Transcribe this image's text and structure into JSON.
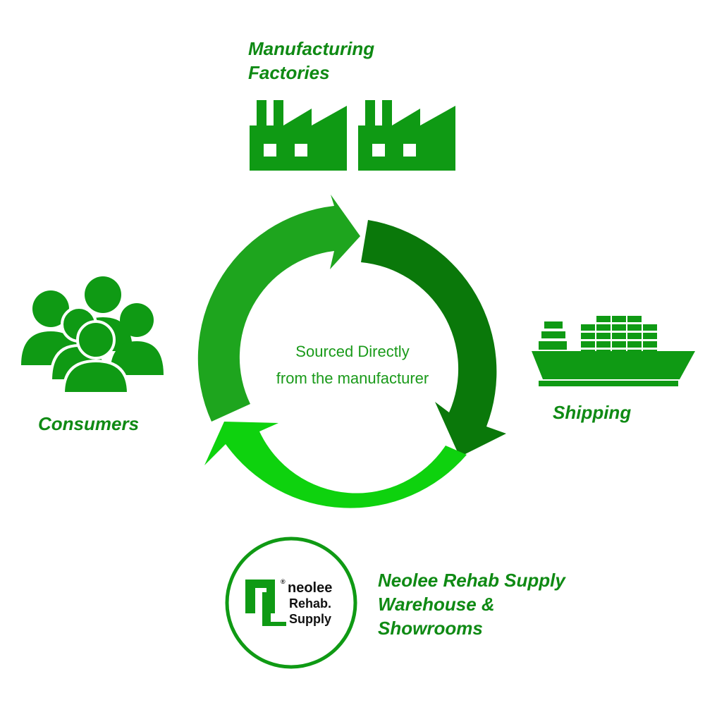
{
  "labels": {
    "manufacturing_line1": "Manufacturing",
    "manufacturing_line2": "Factories",
    "shipping": "Shipping",
    "consumers": "Consumers",
    "warehouse_line1": "Neolee Rehab Supply",
    "warehouse_line2": "Warehouse &",
    "warehouse_line3": "Showrooms"
  },
  "center": {
    "line1": "Sourced Directly",
    "line2": "from the manufacturer"
  },
  "logo": {
    "line1": "neolee",
    "line2": "Rehab.",
    "line3": "Supply",
    "registered": "®"
  },
  "icons": {
    "factory": "factory-icon",
    "ship": "cargo-ship-icon",
    "consumers": "people-group-icon",
    "logo": "neolee-logo"
  },
  "colors": {
    "label_green": "#0f8a14",
    "arrow_top_left": "#1ea51e",
    "arrow_right": "#0a780a",
    "arrow_bottom": "#0ed20e",
    "icon_green": "#0f9a14",
    "logo_ring": "#0f9a14"
  }
}
